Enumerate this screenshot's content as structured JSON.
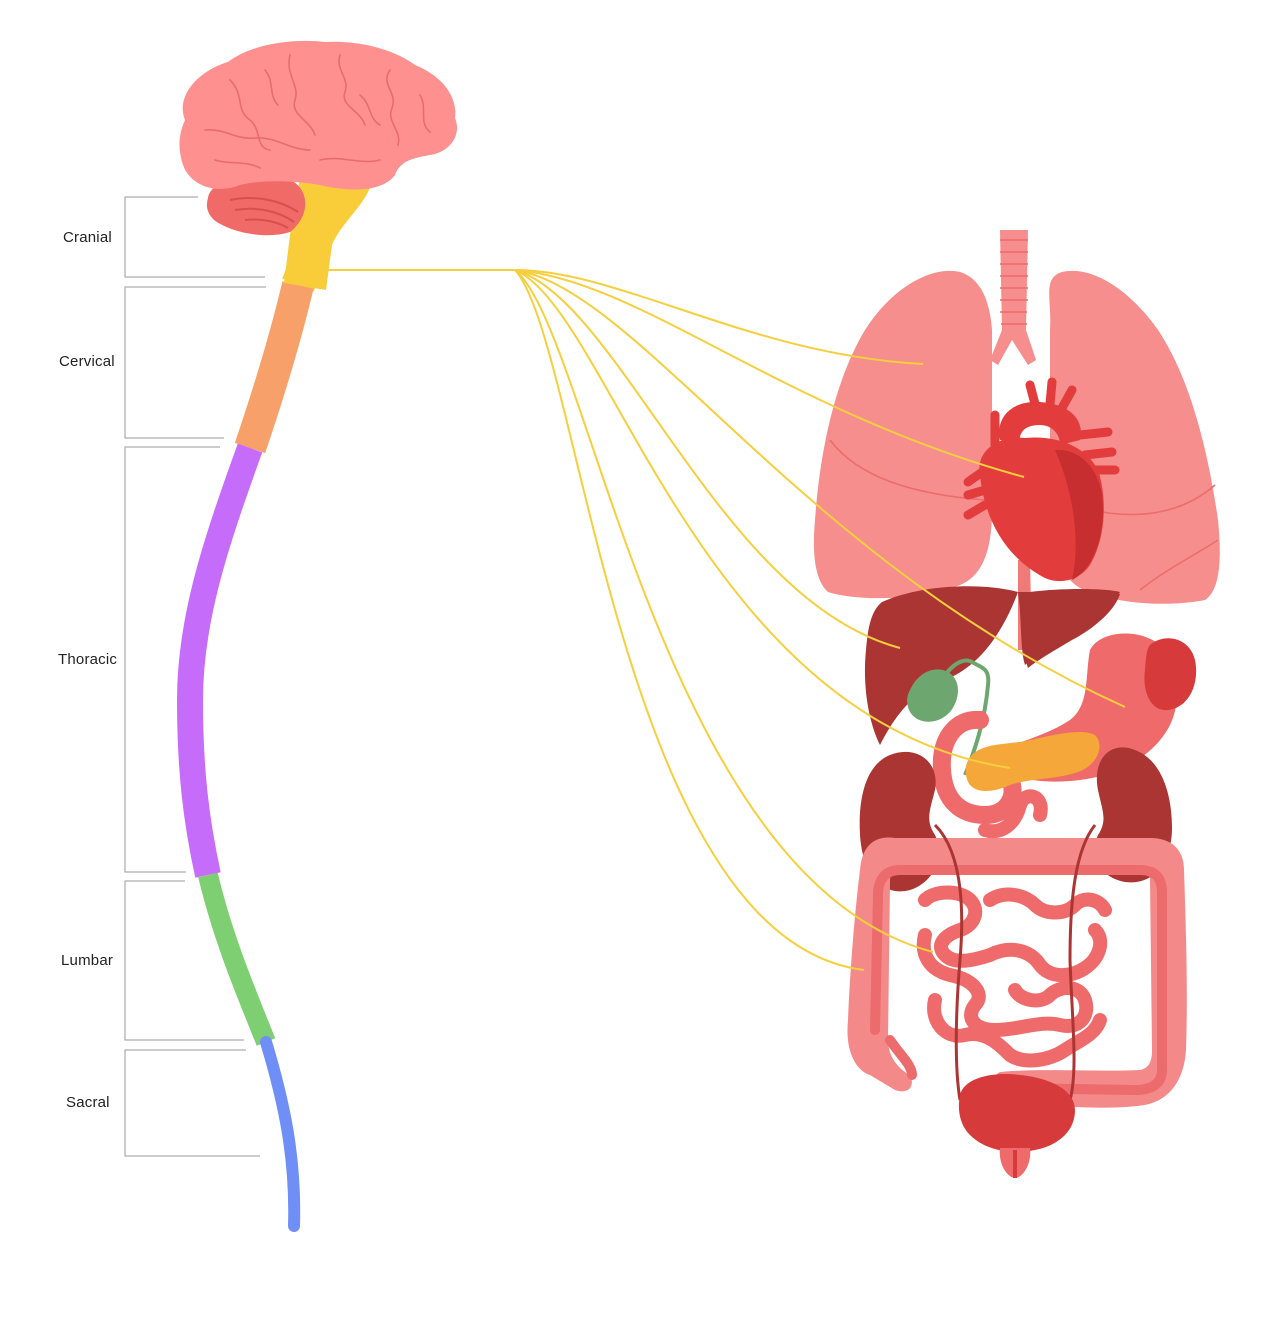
{
  "labels": {
    "cranial": "Cranial",
    "cervical": "Cervical",
    "thoracic": "Thoracic",
    "lumbar": "Lumbar",
    "sacral": "Sacral"
  },
  "colors": {
    "cranial": "#f9cd3a",
    "cervical": "#f8a06a",
    "thoracic": "#c66cfb",
    "lumbar": "#7dcf71",
    "sacral": "#6f8ff7",
    "nerve": "#f5cf3e",
    "brain": "#fe9190",
    "lung": "#f58e8c",
    "heart": "#e33c3d",
    "liver": "#ab3532",
    "stomach": "#ef6a6a",
    "gallbladder": "#6da66f",
    "pancreas": "#f5a73a",
    "kidney": "#ab3532",
    "intestine": "#f4898a",
    "bladder": "#d63a3a"
  }
}
